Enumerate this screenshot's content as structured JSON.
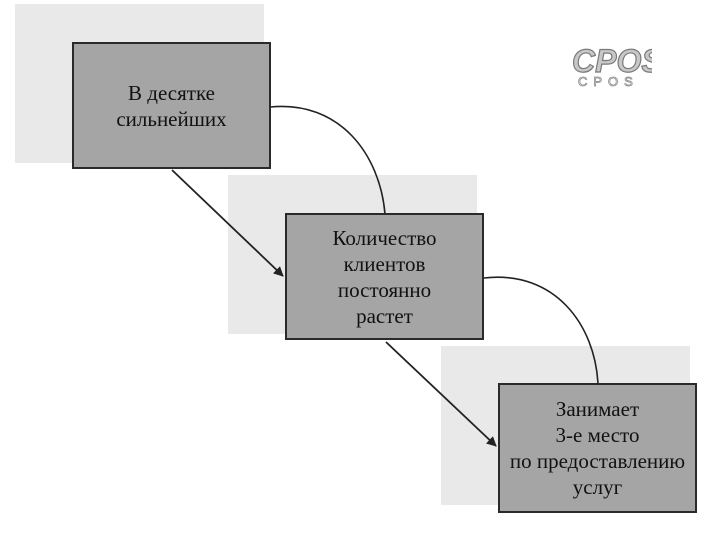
{
  "logo": {
    "text": "CPOS",
    "subtext": "CPOS"
  },
  "steps": [
    {
      "lines": [
        "В десятке",
        "сильнейших"
      ]
    },
    {
      "lines": [
        "Количество",
        "клиентов",
        "постоянно",
        "растет"
      ]
    },
    {
      "lines": [
        "Занимает",
        "3-е место",
        "по предоставлению",
        "услуг"
      ]
    }
  ],
  "colors": {
    "box_fill": "#a5a5a5",
    "box_border": "#2a2a2a",
    "shadow": "#e9e9e9",
    "connector": "#222222"
  }
}
